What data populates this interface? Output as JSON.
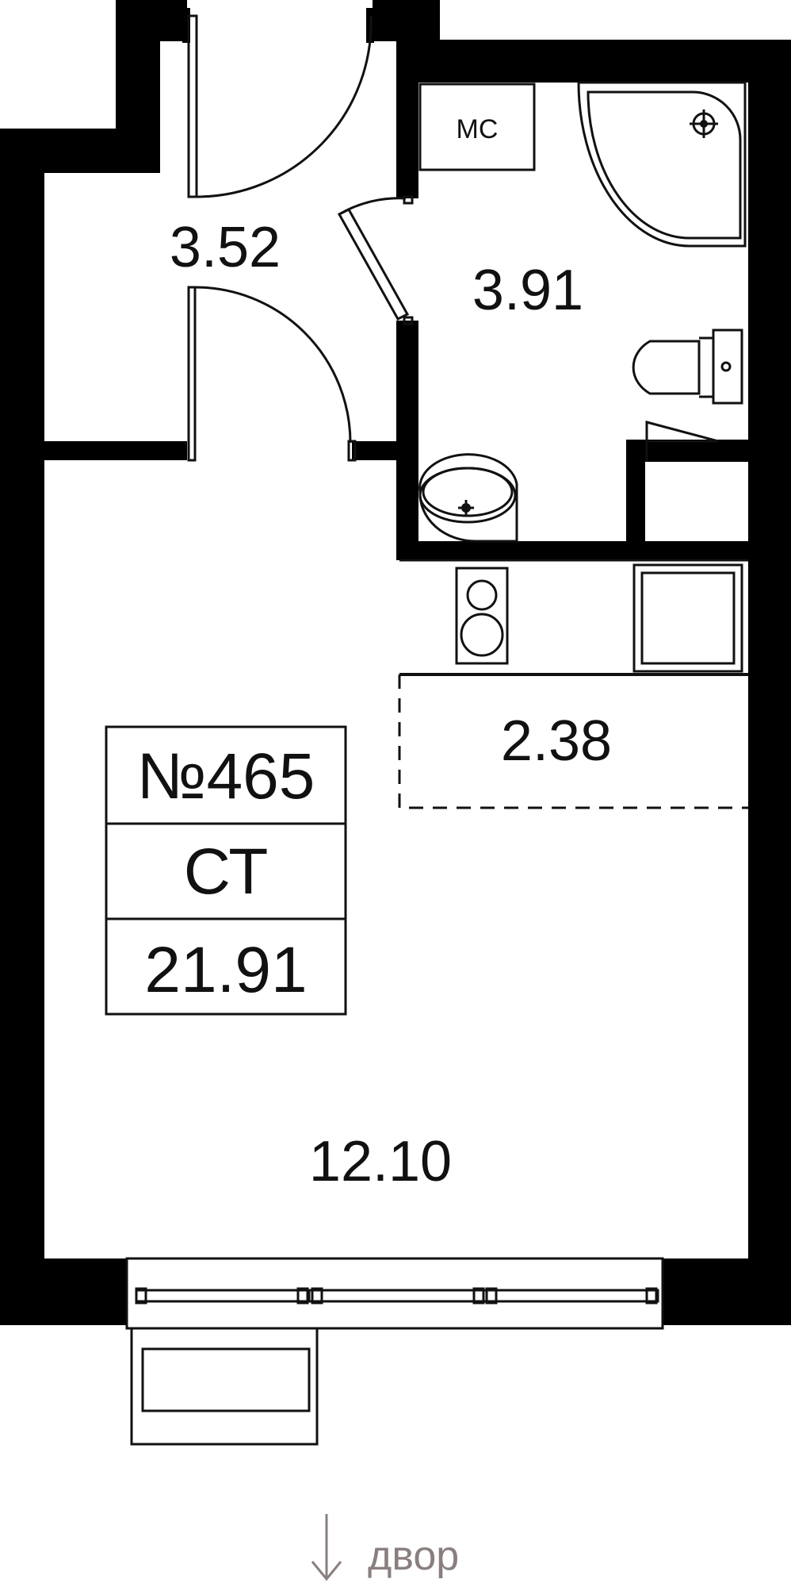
{
  "apartment": {
    "number": "№465",
    "type": "СТ",
    "total_area": "21.91"
  },
  "rooms": {
    "hall_area": "3.52",
    "bathroom_area": "3.91",
    "kitchen_area": "2.38",
    "living_area": "12.10",
    "toilet_label": "МС"
  },
  "orientation": {
    "label": "двор",
    "arrow_icon": "arrow-down-icon"
  },
  "colors": {
    "wall": "#000000",
    "line": "#111111",
    "compass_text": "#8a7f7f",
    "background": "#ffffff"
  }
}
